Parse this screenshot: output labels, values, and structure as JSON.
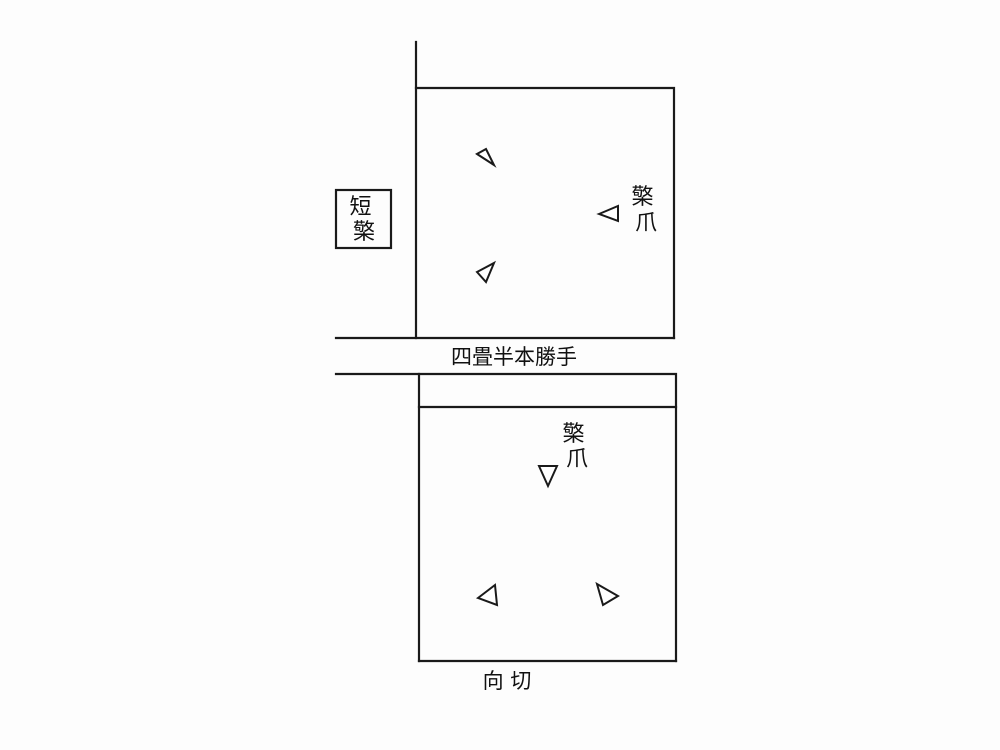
{
  "labels": {
    "short_tray": "短檠",
    "tray_claw": "檠爪",
    "tray_claw_lower": "檠爪",
    "middle_caption": "四畳半本勝手",
    "bottom_caption": "向 切"
  },
  "colors": {
    "ink": "#1a1a1a",
    "paper": "#fdfdfd"
  }
}
